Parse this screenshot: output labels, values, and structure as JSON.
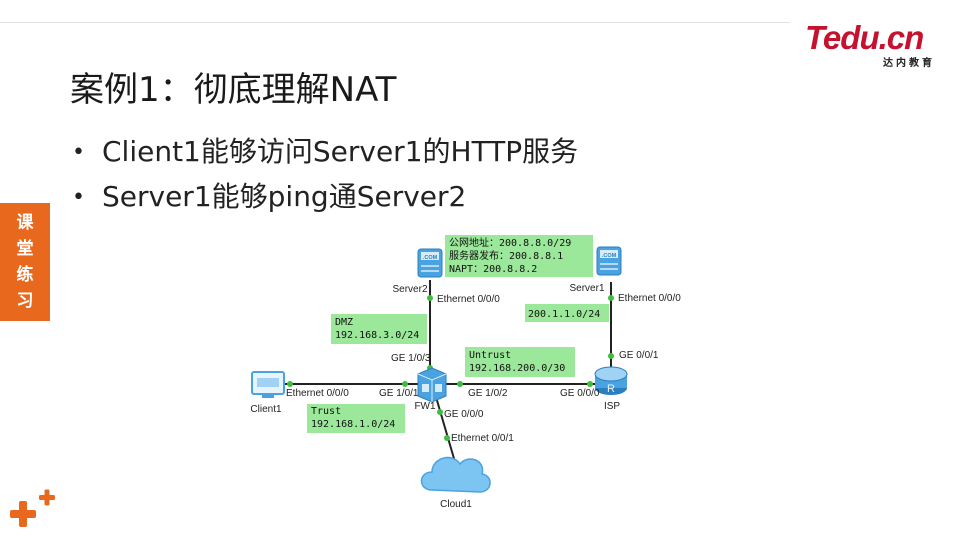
{
  "logo": {
    "main": "Tedu.cn",
    "sub": "达内教育"
  },
  "title": "案例1：彻底理解NAT",
  "bullets": [
    "Client1能够访问Server1的HTTP服务",
    "Server1能够ping通Server2"
  ],
  "side_tab": [
    "课",
    "堂",
    "练",
    "习"
  ],
  "diagram": {
    "nodes": {
      "server2": "Server2",
      "server1": "Server1",
      "client1": "Client1",
      "fw1": "FW1",
      "isp": "ISP",
      "cloud1": "Cloud1",
      "com": ".COM"
    },
    "ports": {
      "server2_eth": "Ethernet 0/0/0",
      "server1_eth": "Ethernet 0/0/0",
      "isp_ge001": "GE 0/0/1",
      "isp_ge000": "GE 0/0/0",
      "fw_ge103": "GE 1/0/3",
      "fw_ge101": "GE 1/0/1",
      "fw_ge102": "GE 1/0/2",
      "fw_ge000": "GE 0/0/0",
      "client_eth": "Ethernet 0/0/0",
      "cloud_eth": "Ethernet 0/0/1"
    },
    "zones": {
      "nat_line1": "公网地址：200.8.8.0/29",
      "nat_line2": "服务器发布：200.8.8.1",
      "nat_line3": "NAPT：200.8.8.2",
      "server1_net": "200.1.1.0/24",
      "dmz_name": "DMZ",
      "dmz_net": "192.168.3.0/24",
      "untrust_name": "Untrust",
      "untrust_net": "192.168.200.0/30",
      "trust_name": "Trust",
      "trust_net": "192.168.1.0/24"
    },
    "colors": {
      "zone_box": "#9be89b",
      "link": "#222222",
      "port_dot": "#3cbf3c",
      "server": "#4aa3e0",
      "router": "#4aa3e0",
      "cloud": "#7cc4f2"
    }
  },
  "colors": {
    "accent_orange": "#e8691e",
    "brand_red": "#c4122f"
  }
}
